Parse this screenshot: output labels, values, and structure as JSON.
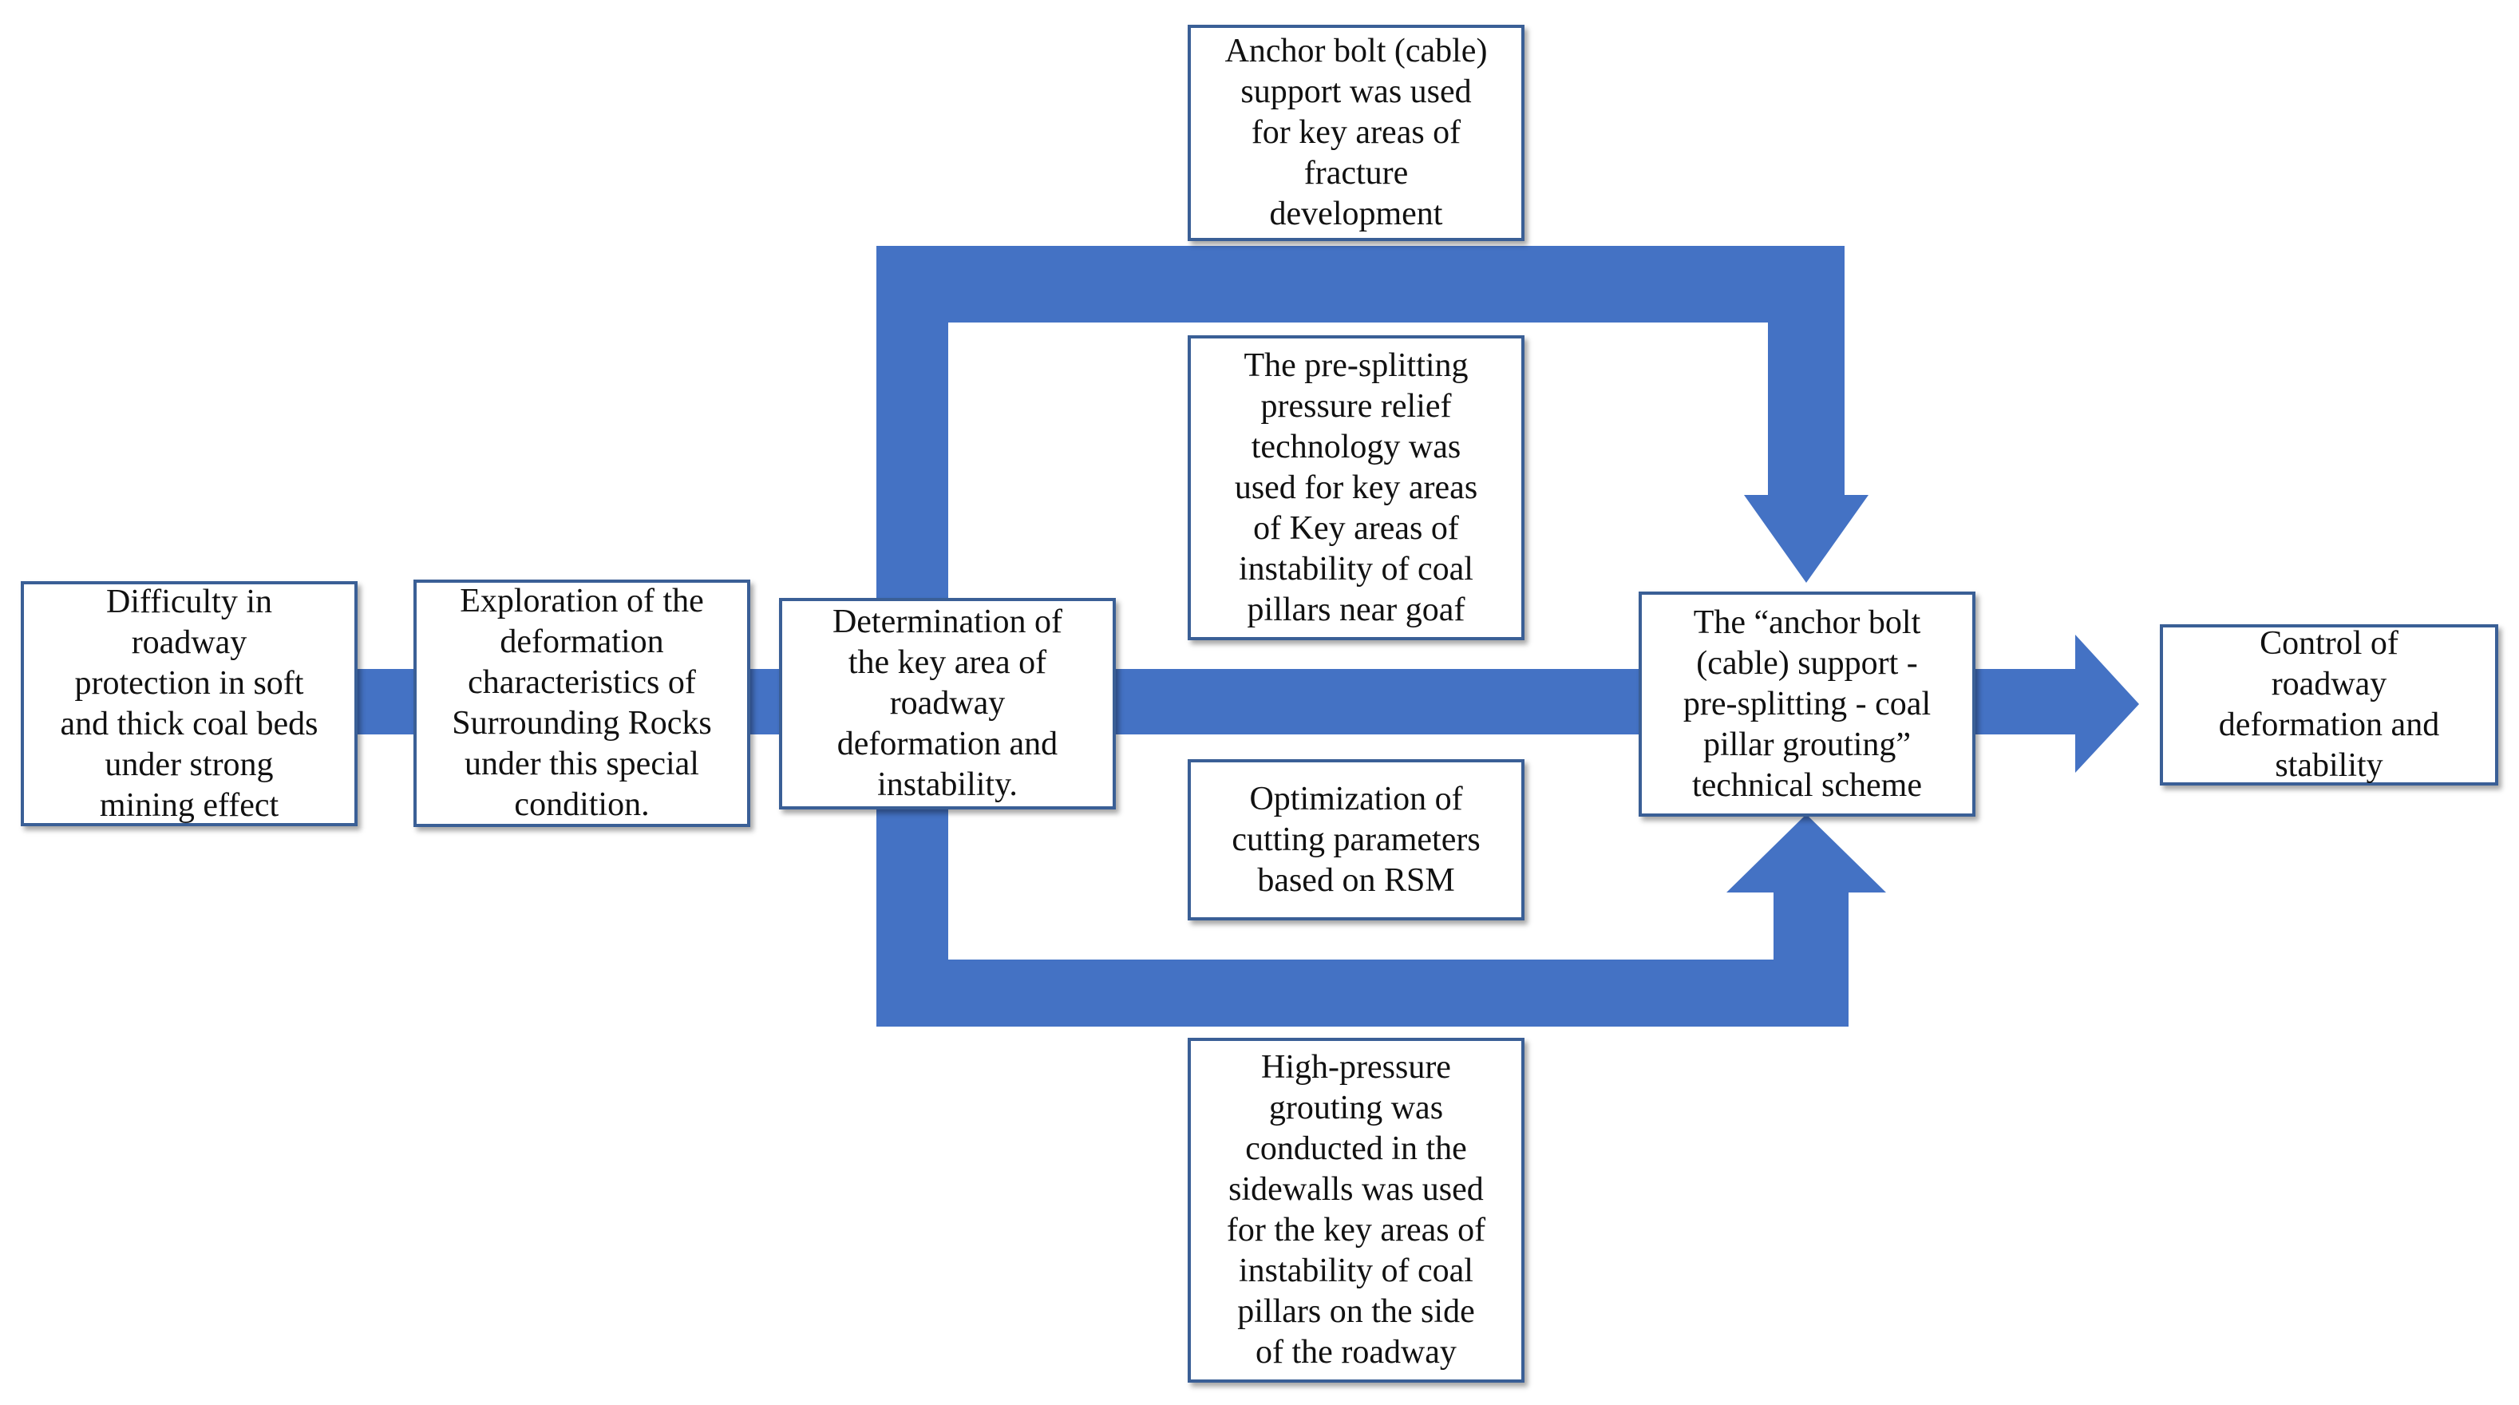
{
  "colors": {
    "arrow_fill": "#4472c4",
    "box_border": "#3a5f96",
    "box_fill": "#ffffff",
    "text": "#111111"
  },
  "nodes": {
    "difficulty": "Difficulty in\nroadway\nprotection in soft\nand thick coal beds\nunder strong\nmining effect",
    "exploration": "Exploration of the\ndeformation\ncharacteristics of\nSurrounding Rocks\nunder this special\ncondition.",
    "determination": "Determination of\nthe key area of\nroadway\ndeformation and\ninstability.",
    "scheme": "The “anchor bolt\n(cable) support -\npre-splitting - coal\npillar grouting”\ntechnical scheme",
    "control": "Control of\nroadway\ndeformation and\nstability",
    "anchor_bolt": "Anchor bolt (cable)\nsupport was used\nfor key areas of\nfracture\ndevelopment",
    "pre_splitting": "The pre-splitting\npressure relief\ntechnology was\nused for key areas\nof Key areas of\ninstability of coal\npillars near goaf",
    "optimization": "Optimization of\ncutting parameters\nbased on RSM",
    "grouting": "High-pressure\ngrouting was\nconducted in the\nsidewalls was used\nfor the key areas of\ninstability of coal\npillars on the side\nof the roadway"
  }
}
